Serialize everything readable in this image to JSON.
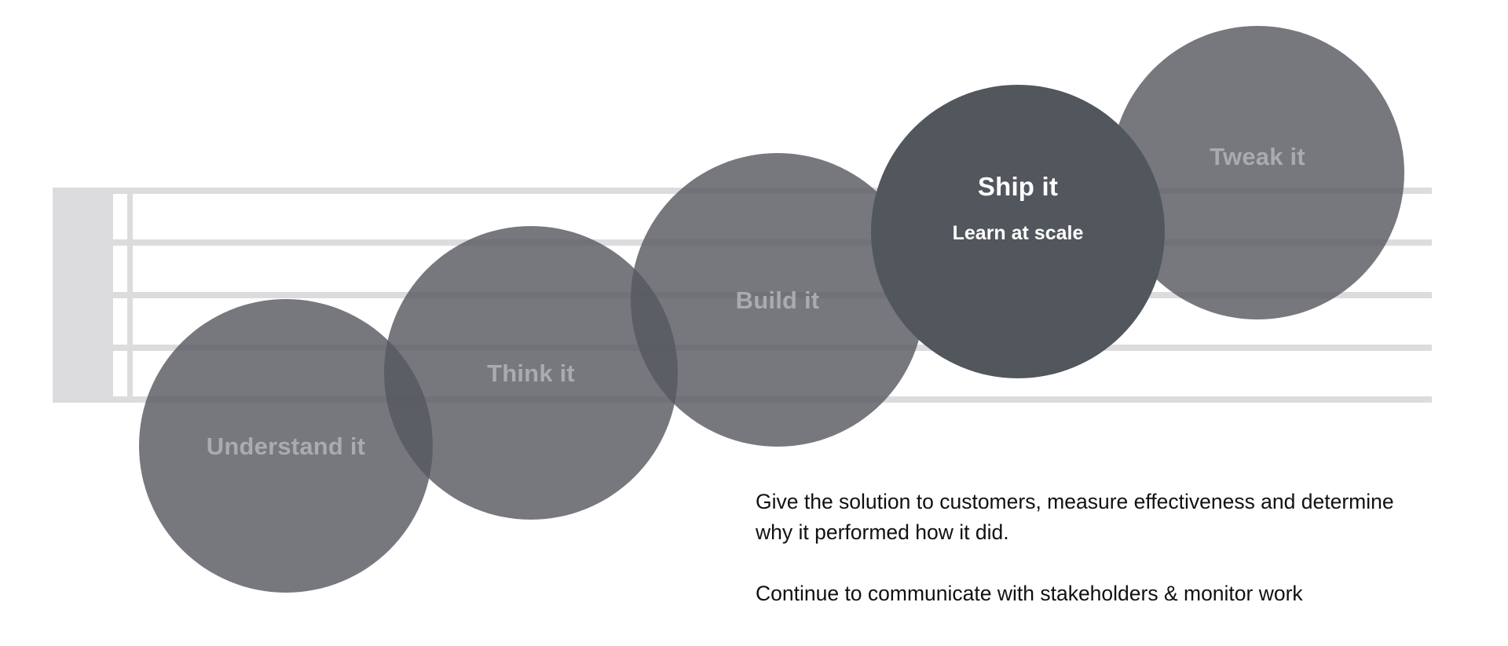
{
  "steps": [
    {
      "label": "Understand it",
      "sublabel": ""
    },
    {
      "label": "Think it",
      "sublabel": ""
    },
    {
      "label": "Build it",
      "sublabel": ""
    },
    {
      "label": "Ship it",
      "sublabel": "Learn at scale"
    },
    {
      "label": "Tweak it",
      "sublabel": ""
    }
  ],
  "active_step": "Ship it",
  "description": {
    "paragraph_1": "Give the solution to customers, measure effectiveness and determine why it performed how it did.",
    "paragraph_2": "Continue to communicate with stakeholders & monitor work"
  },
  "colors": {
    "circle": "#6b6e75",
    "circle_active": "#52565d",
    "label_inactive": "#a9abae",
    "label_active": "#ffffff",
    "staff": "#dcdcde"
  }
}
